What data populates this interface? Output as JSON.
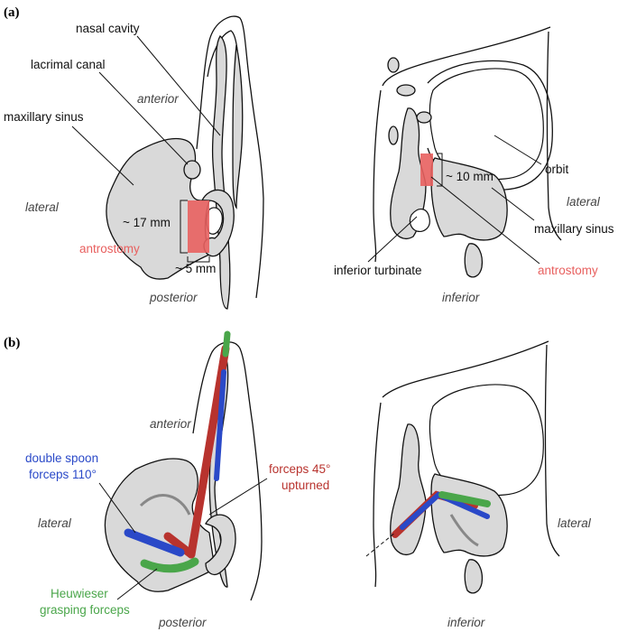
{
  "panel_a": {
    "label": "(a)",
    "left": {
      "nasal_cavity": "nasal cavity",
      "lacrimal_canal": "lacrimal canal",
      "maxillary_sinus": "maxillary sinus",
      "anterior": "anterior",
      "lateral": "lateral",
      "posterior": "posterior",
      "dim_17": "~ 17 mm",
      "dim_5": "~ 5 mm",
      "antrostomy": "antrostomy"
    },
    "right": {
      "dim_10": "~ 10 mm",
      "orbit": "orbit",
      "lateral": "lateral",
      "maxillary_sinus": "maxillary sinus",
      "inferior_turbinate": "inferior turbinate",
      "antrostomy": "antrostomy",
      "inferior": "inferior"
    }
  },
  "panel_b": {
    "label": "(b)",
    "left": {
      "anterior": "anterior",
      "double_spoon_l1": "double spoon",
      "double_spoon_l2": "forceps 110°",
      "forceps45_l1": "forceps 45°",
      "forceps45_l2": "upturned",
      "lateral": "lateral",
      "heuwieser_l1": "Heuwieser",
      "heuwieser_l2": "grasping forceps",
      "posterior": "posterior"
    },
    "right": {
      "lateral": "lateral",
      "inferior": "inferior"
    }
  },
  "colors": {
    "antrostomy": "#e8605f",
    "double_spoon_forceps": "#2a49c8",
    "forceps_45": "#b8332e",
    "heuwieser_forceps": "#4aa64a",
    "tissue": "#d9d9d9"
  }
}
